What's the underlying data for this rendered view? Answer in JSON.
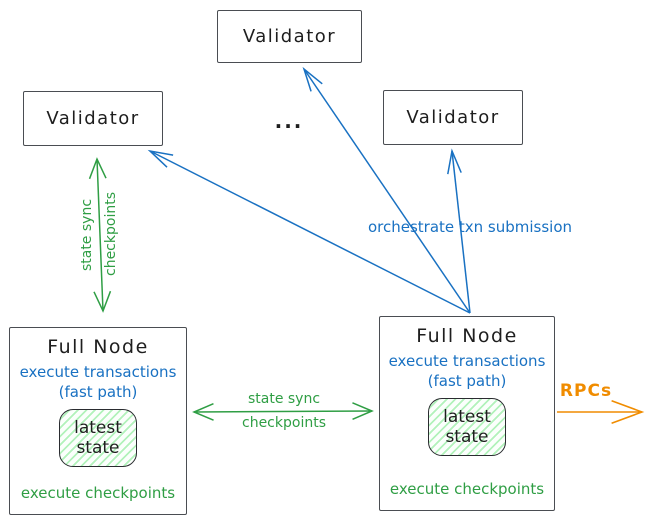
{
  "nodes": {
    "validator_top": {
      "label": "Validator"
    },
    "validator_left": {
      "label": "Validator"
    },
    "validator_right": {
      "label": "Validator"
    },
    "ellipsis": "...",
    "full_node_left": {
      "title": "Full Node",
      "exec_transactions": "execute transactions",
      "fast_path": "(fast path)",
      "state_line1": "latest",
      "state_line2": "state",
      "exec_checkpoints": "execute checkpoints"
    },
    "full_node_right": {
      "title": "Full Node",
      "exec_transactions": "execute transactions",
      "fast_path": "(fast path)",
      "state_line1": "latest",
      "state_line2": "state",
      "exec_checkpoints": "execute checkpoints"
    }
  },
  "edges": {
    "left_state_sync": {
      "line1": "state sync",
      "line2": "checkpoints"
    },
    "middle_state_sync": {
      "line1": "state sync",
      "line2": "checkpoints"
    },
    "orchestrate": {
      "label": "orchestrate txn submission"
    },
    "rpcs": {
      "label": "RPCs"
    }
  },
  "colors": {
    "blue": "#1971c2",
    "green": "#2f9e44",
    "orange": "#f08c00",
    "text_black": "#1e1e1e",
    "box_border": "#4a4d52",
    "hatch_green": "#b2f2bb"
  }
}
